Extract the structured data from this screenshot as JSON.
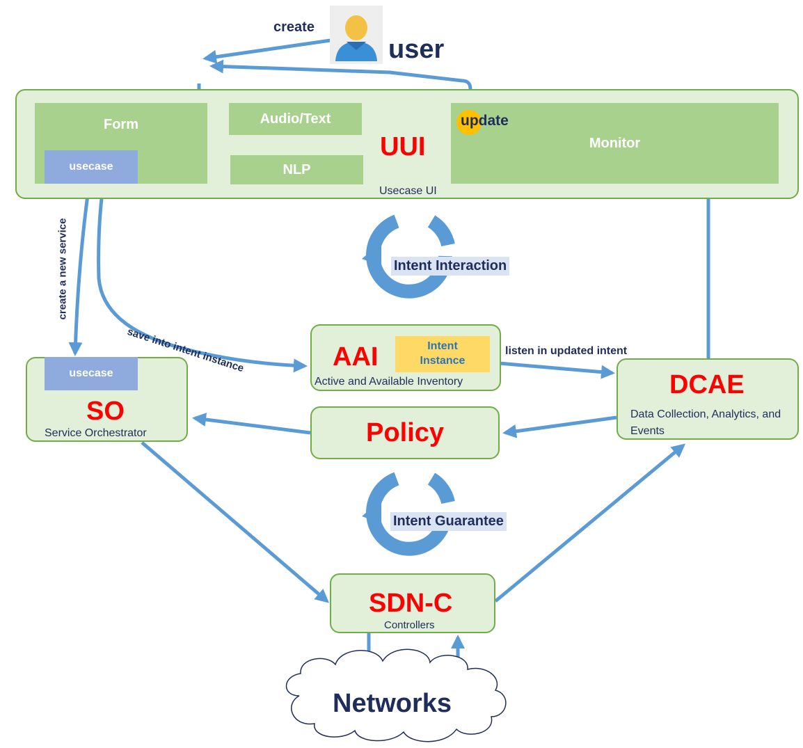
{
  "user": {
    "create_label": "create",
    "label": "user",
    "update_label": "update"
  },
  "uui": {
    "title": "UUI",
    "subtitle": "Usecase UI",
    "form_label": "Form",
    "usecase_label": "usecase",
    "audio_label": "Audio/Text",
    "nlp_label": "NLP",
    "monitor_label": "Monitor"
  },
  "edges": {
    "create_new_service": "create a new service",
    "save_intent": "save into intent instance",
    "listen_intent": "listen in updated intent"
  },
  "cycles": {
    "interaction": "Intent Interaction",
    "guarantee": "Intent Guarantee"
  },
  "aai": {
    "title": "AAI",
    "subtitle": "Active and Available Inventory",
    "instance_label": "Intent Instance"
  },
  "so": {
    "title": "SO",
    "subtitle": "Service Orchestrator",
    "usecase_label": "usecase"
  },
  "dcae": {
    "title": "DCAE",
    "subtitle": "Data Collection, Analytics, and Events"
  },
  "policy": {
    "title": "Policy"
  },
  "sdnc": {
    "title": "SDN-C",
    "subtitle": "Controllers"
  },
  "networks": {
    "label": "Networks"
  },
  "colors": {
    "arrow": "#5b9bd5",
    "panel_fill": "#e2efd9",
    "panel_border": "#70ad47",
    "block_green": "#a9d18e",
    "block_blue": "#8faadc",
    "accent_red": "#ff0000",
    "badge_yellow": "#ffc000",
    "instance_yellow": "#ffd966"
  }
}
